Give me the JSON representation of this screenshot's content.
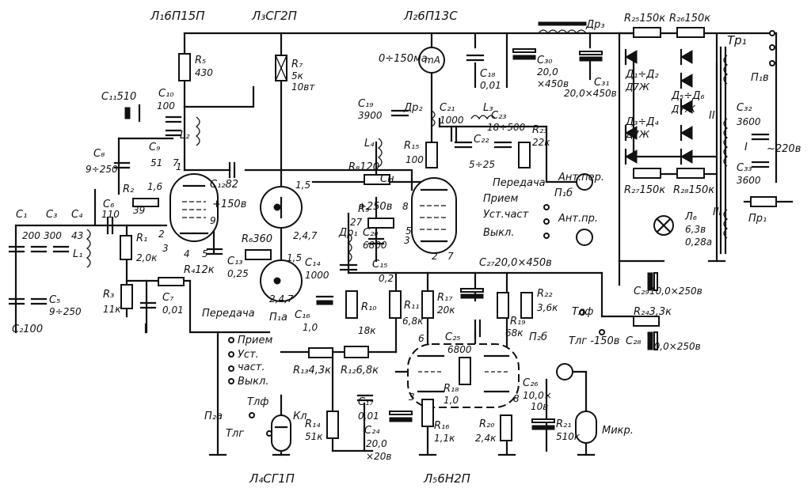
{
  "tubes": {
    "l1": "Л₁6П15П",
    "l2": "Л₂6П13С",
    "l3": "Л₃СГ2П",
    "l4": "Л₄СГ1П",
    "l5": "Л₅6Н2П",
    "l6_name": "Л₆",
    "l6_v": "6,3в",
    "l6_a": "0,28а"
  },
  "resistors": {
    "r1": "R₁",
    "r1v": "2,0к",
    "r2": "R₂",
    "r2v": "39",
    "r3": "R₃",
    "r3v": "11к",
    "r4": "R₄12к",
    "r5": "R₅",
    "r5v": "430",
    "r6": "R₆360",
    "r7": "R₇",
    "r7v": "5к",
    "r7p": "10вт",
    "r8": "R₈120",
    "r9": "R₉",
    "r9v": "27",
    "r10": "R₁₀",
    "r10v": "18к",
    "r11": "R₁₁",
    "r11v": "6,8к",
    "r12": "R₁₂6,8к",
    "r13": "R₁₃4,3к",
    "r14": "R₁₄",
    "r14v": "51к",
    "r15": "R₁₅",
    "r15v": "100",
    "r16": "R₁₆",
    "r16v": "1,1к",
    "r17": "R₁₇",
    "r17v": "20к",
    "r18": "R₁₈",
    "r18v": "1,0",
    "r19": "R₁₉",
    "r19v": "68к",
    "r20": "R₂₀",
    "r20v": "2,4к",
    "r21": "R₂₁",
    "r21v": "510к",
    "r22": "R₂₂",
    "r22v": "3,6к",
    "r23": "R₂₃",
    "r23v": "22к",
    "r24": "R₂₄3,3к",
    "r25": "R₂₅150к",
    "r26": "R₂₆150к",
    "r27": "R₂₇150к",
    "r28": "R₂₈150к"
  },
  "capacitors": {
    "c1": "C₁",
    "c1v": "200",
    "c2": "C₂100",
    "c3": "C₃",
    "c3v": "300",
    "c4": "C₄",
    "c4v": "43",
    "c5": "C₅",
    "c5v": "9÷250",
    "c6": "C₆",
    "c6v": "110",
    "c7": "C₇",
    "c7v": "0,01",
    "c8": "C₈",
    "c8v": "9÷250",
    "c9": "C₉",
    "c9v": "51",
    "c10": "C₁₀",
    "c10v": "100",
    "c11": "C₁₁510",
    "c12": "C₁₂82",
    "c13": "C₁₃",
    "c13v": "0,25",
    "c14": "C₁₄",
    "c14v": "1000",
    "c15": "C₁₅",
    "c15v": "0,2",
    "c16": "C₁₆",
    "c16v": "1,0",
    "c17": "C₁₇",
    "c17v": "0,01",
    "c18": "C₁₈",
    "c18v": "0,01",
    "c19": "C₁₉",
    "c19v": "3900",
    "c20": "C₂₀",
    "c20v": "6800",
    "c21": "C₂₁",
    "c21v": "1000",
    "c22": "C₂₂",
    "c22v": "5÷25",
    "c23": "C₂₃",
    "c23v": "18÷500",
    "c24": "C₂₄",
    "c24v": "20,0",
    "c24w": "×20в",
    "c25": "C₂₅",
    "c25v": "6800",
    "c26": "C₂₆",
    "c26v": "10,0×",
    "c26w": "10в",
    "c27": "C₂₇20,0×450в",
    "c28": "C₂₈",
    "c28v": "10,0×250в",
    "c29": "C₂₉",
    "c29v": "10,0×250в",
    "c30": "C₃₀",
    "c30v": "20,0",
    "c30w": "×450в",
    "c31": "C₃₁",
    "c31v": "20,0×450в",
    "c32": "C₃₂",
    "c32v": "3600",
    "c33": "C₃₃",
    "c33v": "3600",
    "ch": "Cн"
  },
  "inductors": {
    "l1": "L₁",
    "l2": "L₂",
    "l3": "L₃",
    "l4": "L₄",
    "dr1": "Др₁",
    "dr2": "Др₂",
    "dr3": "Др₃"
  },
  "diodes": {
    "d1": "Д₁÷Д₂",
    "d1t": "Д7Ж",
    "d5": "Д₅÷Д₆",
    "d5t": "Д7Ж",
    "d3": "Д₃÷Д₄",
    "d3t": "Д7Ж"
  },
  "transformer": {
    "name": "Тр₁",
    "w1": "I",
    "w2": "II",
    "w3": "III",
    "mains": "~220в",
    "fuse": "Пр₁"
  },
  "meter": {
    "range": "0÷150ма",
    "symbol": "mA"
  },
  "voltages": {
    "v150": "+150в",
    "v250": "+250в",
    "vtlg": "Тлг -150в"
  },
  "switches": {
    "p1a": "П₁а",
    "p1b": "П₁б",
    "p1v": "П₁в",
    "p2a": "П₂а",
    "p2b": "П₂б",
    "modes": [
      "Передача",
      "Прием",
      "Уст.",
      "част.",
      "Выкл."
    ],
    "modes_b": [
      "Передача",
      "Прием",
      "Уст.част",
      "Выкл."
    ],
    "ant_tx": "Ант.пер.",
    "ant_rx": "Ант.пр.",
    "tlf": "Тлф",
    "tlg": "Тлг",
    "key": "Кл",
    "mic": "Микр."
  },
  "pins": [
    "1",
    "2",
    "3",
    "4",
    "5",
    "6",
    "7",
    "8",
    "9",
    "1,5",
    "2,4,7",
    "1,5",
    "2,4,7",
    "1,6",
    "3",
    "7",
    "2",
    "5",
    "3",
    "8"
  ]
}
